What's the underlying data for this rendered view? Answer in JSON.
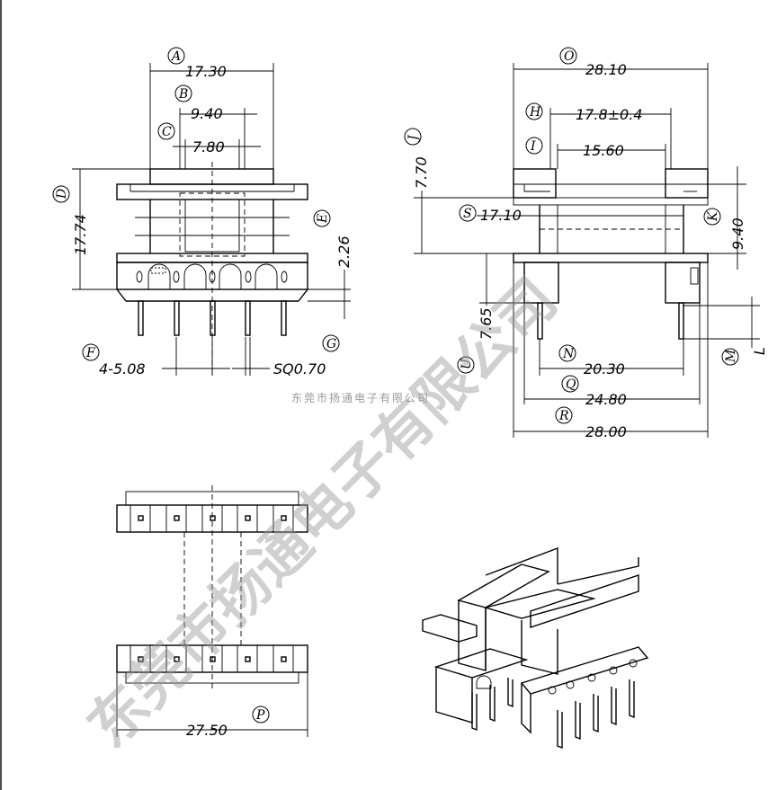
{
  "dimensions": {
    "A": "17.30",
    "B": "9.40",
    "C": "7.80",
    "D": "17.74",
    "E": "2.26",
    "F": "4-5.08",
    "G": "SQ0.70",
    "H": "17.8±0.4",
    "I": "15.60",
    "J": "7.70",
    "K": "9.40",
    "L": "L",
    "S": "17.10",
    "U": "7.65",
    "N": "20.30",
    "Q": "24.80",
    "O": "28.10",
    "R": "28.00",
    "P": "27.50"
  },
  "labels": {
    "A": "A",
    "B": "B",
    "C": "C",
    "D": "D",
    "E": "E",
    "F": "F",
    "G": "G",
    "H": "H",
    "I": "I",
    "J": "J",
    "K": "K",
    "M": "M",
    "N": "N",
    "O": "O",
    "P": "P",
    "Q": "Q",
    "R": "R",
    "S": "S",
    "U": "U"
  },
  "company_text": "东莞市扬通电子有限公司",
  "watermark": "东莞市扬通电子有限公司",
  "colors": {
    "line": "#000000",
    "watermark": "#9a9a9a",
    "company": "#999999"
  }
}
